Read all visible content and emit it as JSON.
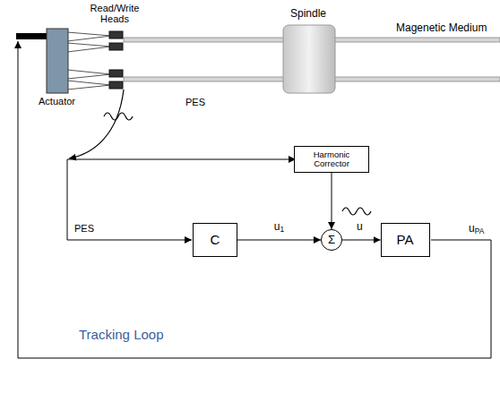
{
  "diagram": {
    "nodes": [
      {
        "text": [
          "Harmonic Corrector"
        ]
      },
      {
        "text": [
          "C"
        ]
      },
      {
        "text": [
          "Σ"
        ]
      },
      {
        "text": [
          "PA"
        ]
      }
    ],
    "edges": [
      {
        "from": 0,
        "to": 2,
        "arrow": "to"
      },
      {
        "from": 1,
        "to": 2,
        "label": "u1",
        "arrow": "to"
      },
      {
        "from": 2,
        "to": 3,
        "label": "u",
        "arrow": "to"
      }
    ],
    "labels": [
      "Read/Write Heads",
      "Spindle",
      "Magenetic Medium",
      "Actuator",
      "PES",
      "PES",
      "uPA",
      "Tracking Loop"
    ]
  }
}
